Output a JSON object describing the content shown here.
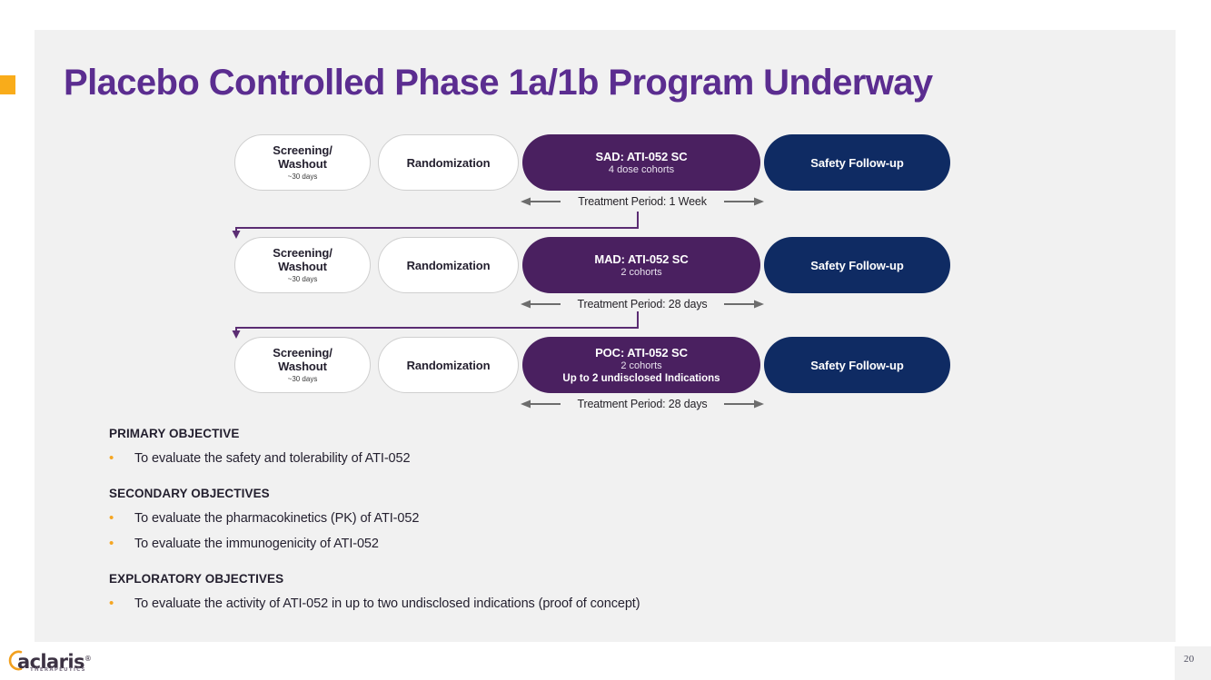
{
  "slide": {
    "title": "Placebo Controlled Phase 1a/1b Program Underway",
    "page_number": "20",
    "accent_color": "#f9ac1a",
    "title_color": "#5b2d90",
    "panel_color": "#f1f1f1"
  },
  "logo": {
    "wordmark": "aclaris",
    "trademark": "®",
    "tagline": "THERAPEUTICS",
    "arc_color": "#f2a01e",
    "text_color": "#3c3243"
  },
  "flow": {
    "colors": {
      "dose_box": "#4a2060",
      "followup_box": "#0f2b63",
      "outline_box_border": "#cfcfcf",
      "connector": "#5b2d73",
      "period_arrow": "#6d6d6d"
    },
    "rows": [
      {
        "id": "sad-row",
        "screening": {
          "title_line_1": "Screening/",
          "title_line_2": "Washout",
          "sub": "~30 days"
        },
        "randomization": {
          "title": "Randomization"
        },
        "dose": {
          "title": "SAD: ATI-052 SC",
          "sub": "4 dose cohorts",
          "extra": ""
        },
        "followup": {
          "title": "Safety Follow-up"
        },
        "treatment_period": "Treatment Period: 1 Week"
      },
      {
        "id": "mad-row",
        "screening": {
          "title_line_1": "Screening/",
          "title_line_2": "Washout",
          "sub": "~30 days"
        },
        "randomization": {
          "title": "Randomization"
        },
        "dose": {
          "title": "MAD: ATI-052 SC",
          "sub": "2 cohorts",
          "extra": ""
        },
        "followup": {
          "title": "Safety Follow-up"
        },
        "treatment_period": "Treatment Period: 28 days"
      },
      {
        "id": "poc-row",
        "screening": {
          "title_line_1": "Screening/",
          "title_line_2": "Washout",
          "sub": "~30 days"
        },
        "randomization": {
          "title": "Randomization"
        },
        "dose": {
          "title": "POC: ATI-052 SC",
          "sub": "2 cohorts",
          "extra": "Up to 2 undisclosed Indications"
        },
        "followup": {
          "title": "Safety Follow-up"
        },
        "treatment_period": "Treatment Period: 28 days"
      }
    ]
  },
  "objectives": {
    "bullet_char": "•",
    "bullet_color": "#f5a623",
    "sections": [
      {
        "heading": "PRIMARY OBJECTIVE",
        "items": [
          "To evaluate the safety and tolerability of ATI-052"
        ]
      },
      {
        "heading": "SECONDARY OBJECTIVES",
        "items": [
          "To evaluate the pharmacokinetics (PK) of ATI-052",
          "To evaluate the immunogenicity of ATI-052"
        ]
      },
      {
        "heading": "EXPLORATORY OBJECTIVES",
        "items": [
          "To evaluate the activity of ATI-052 in up to two undisclosed indications (proof of concept)"
        ]
      }
    ]
  }
}
